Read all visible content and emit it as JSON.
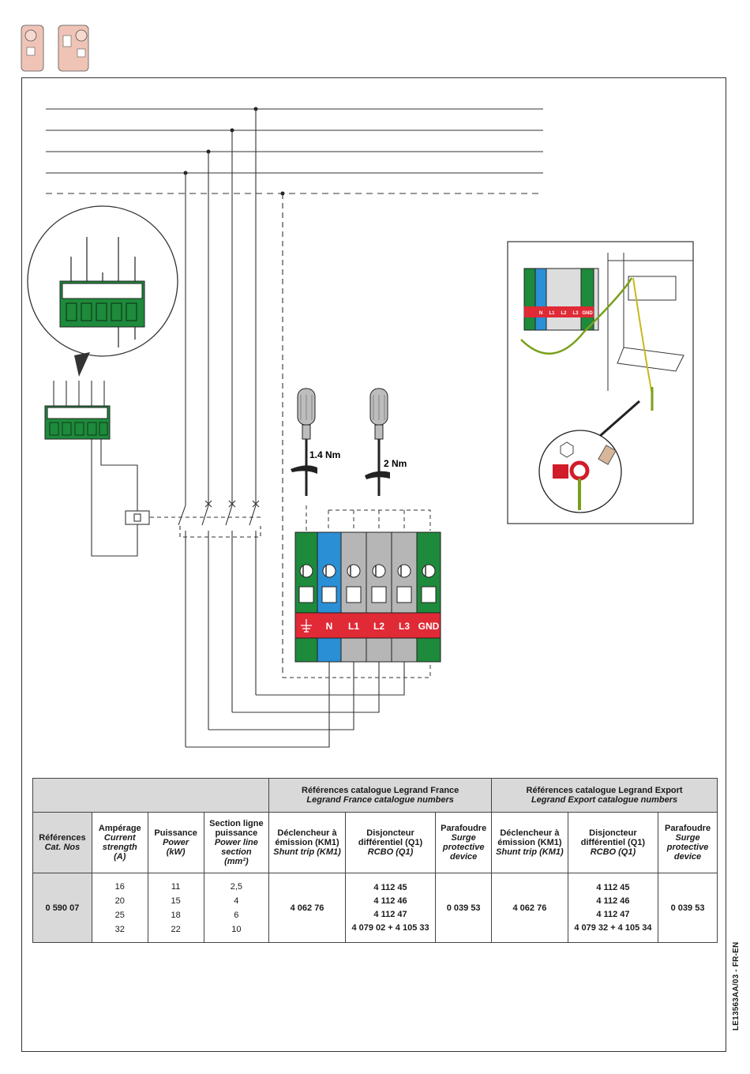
{
  "side_code": "LE13563AA/03 - FR-EN",
  "diagram": {
    "torque_left": "1.4 Nm",
    "torque_right": "2 Nm",
    "terminal_labels": [
      "N",
      "L1",
      "L2",
      "L3",
      "GND"
    ],
    "inset_terminal_labels": [
      "N",
      "L1",
      "L2",
      "L3",
      "GND"
    ]
  },
  "table": {
    "group_france_fr": "Références catalogue Legrand France",
    "group_france_en": "Legrand France catalogue numbers",
    "group_export_fr": "Références catalogue Legrand Export",
    "group_export_en": "Legrand Export catalogue numbers",
    "col_ref_fr": "Références",
    "col_ref_en": "Cat. Nos",
    "col_amp_fr": "Ampérage",
    "col_amp_en": "Current strength",
    "col_amp_unit": "(A)",
    "col_power_fr": "Puissance",
    "col_power_en": "Power",
    "col_power_unit": "(kW)",
    "col_section_fr": "Section ligne puissance",
    "col_section_en": "Power line section",
    "col_section_unit": "(mm²)",
    "col_shunt_fr": "Déclencheur à émission (KM1)",
    "col_shunt_en": "Shunt trip (KM1)",
    "col_rcbo_fr": "Disjoncteur différentiel (Q1)",
    "col_rcbo_en": "RCBO (Q1)",
    "col_spd_fr": "Parafoudre",
    "col_spd_en": "Surge protective device",
    "row": {
      "ref": "0 590 07",
      "amps": [
        "16",
        "20",
        "25",
        "32"
      ],
      "power": [
        "11",
        "15",
        "18",
        "22"
      ],
      "section": [
        "2,5",
        "4",
        "6",
        "10"
      ],
      "fr_shunt": "4 062 76",
      "fr_rcbo": [
        "4 112 45",
        "4 112 46",
        "4 112 47",
        "4  079 02 + 4 105 33"
      ],
      "fr_spd": "0 039 53",
      "ex_shunt": "4 062 76",
      "ex_rcbo": [
        "4 112 45",
        "4 112 46",
        "4 112 47",
        "4  079 32 + 4 105 34"
      ],
      "ex_spd": "0 039 53"
    }
  }
}
